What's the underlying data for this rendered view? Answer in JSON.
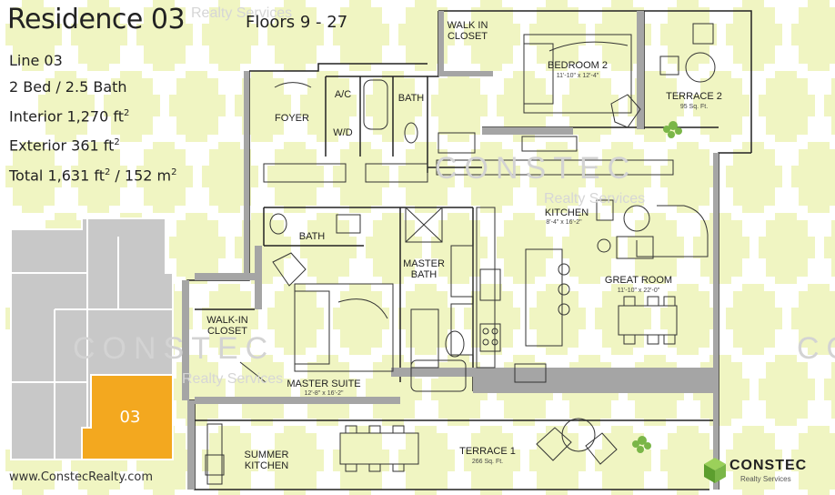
{
  "header": {
    "title": "Residence 03",
    "floors": "Floors 9 - 27"
  },
  "specs": {
    "line": "Line 03",
    "beds_baths": "2 Bed / 2.5 Bath",
    "interior_label": "Interior 1,270 ft",
    "exterior_label": "Exterior 361 ft",
    "total_label": "Total 1,631 ft",
    "total_metric": " / 152 m",
    "superscript": "2"
  },
  "watermark": {
    "brand": "CONSTEC",
    "sub": "Realty Services"
  },
  "keyplan": {
    "highlight_label": "03",
    "highlight_color": "#f3a81f"
  },
  "rooms": {
    "walk_in_closet_top": "WALK IN\nCLOSET",
    "bedroom2": "BEDROOM 2",
    "bedroom2_dim": "11'-10\" x 12'-4\"",
    "terrace2": "TERRACE 2",
    "terrace2_dim": "95 Sq. Ft.",
    "ac": "A/C",
    "bath_top": "BATH",
    "foyer": "FOYER",
    "wd": "W/D",
    "kitchen": "KITCHEN",
    "kitchen_dim": "8'-4\" x 16'-2\"",
    "bath_mid": "BATH",
    "master_bath": "MASTER\nBATH",
    "great_room": "GREAT ROOM",
    "great_room_dim": "11'-10\" x 22'-0\"",
    "walk_in_closet_left": "WALK-IN\nCLOSET",
    "master_suite": "MASTER SUITE",
    "master_suite_dim": "12'-8\" x 16'-2\"",
    "terrace1": "TERRACE 1",
    "terrace1_dim": "266 Sq. Ft.",
    "summer_kitchen": "SUMMER\nKITCHEN"
  },
  "footer": {
    "url": "www.ConstecRealty.com",
    "logo_name": "CONSTEC",
    "logo_sub": "Realty Services"
  },
  "colors": {
    "watermark_green": "#f0f5c2",
    "wall_gray": "#a5a5a5",
    "keyplan_gray": "#c8c8c8",
    "accent_green": "#7ab648"
  },
  "icons": {
    "logo": "constec-cube-icon",
    "plant": "plant-icon"
  }
}
